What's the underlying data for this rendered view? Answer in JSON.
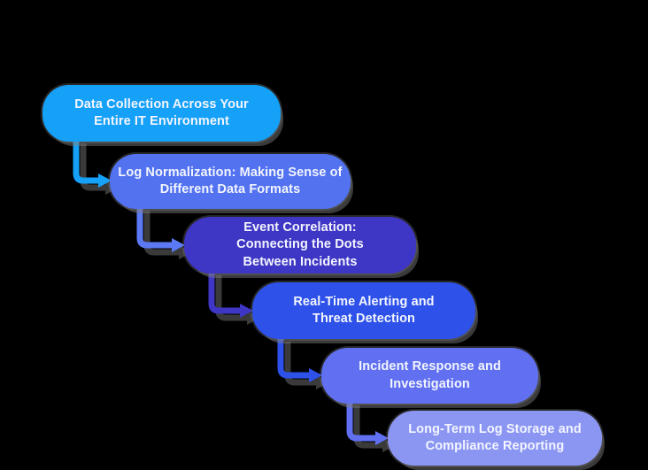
{
  "diagram": {
    "background_color": "#000000",
    "text_color": "#F3F5FF",
    "steps": [
      {
        "id": "data-collection",
        "lines": [
          "Data Collection Across Your",
          "Entire IT Environment"
        ],
        "color": "#16A1F8"
      },
      {
        "id": "log-normalization",
        "lines": [
          "Log Normalization: Making Sense of",
          "Different Data Formats"
        ],
        "color": "#5272F0"
      },
      {
        "id": "event-correlation",
        "lines": [
          "Event Correlation:",
          "Connecting the Dots",
          "Between Incidents"
        ],
        "color": "#3E36C4"
      },
      {
        "id": "real-time-alerting",
        "lines": [
          "Real-Time Alerting and",
          "Threat Detection"
        ],
        "color": "#2E52E9"
      },
      {
        "id": "incident-response",
        "lines": [
          "Incident Response and",
          "Investigation"
        ],
        "color": "#6070F0"
      },
      {
        "id": "long-term-storage",
        "lines": [
          "Long-Term Log Storage and",
          "Compliance Reporting"
        ],
        "color": "#8B96F3"
      }
    ],
    "connectors": [
      {
        "from": "data-collection",
        "to": "log-normalization",
        "color": "#16A1F8"
      },
      {
        "from": "log-normalization",
        "to": "event-correlation",
        "color": "#5B79F3"
      },
      {
        "from": "event-correlation",
        "to": "real-time-alerting",
        "color": "#3E36C4"
      },
      {
        "from": "real-time-alerting",
        "to": "incident-response",
        "color": "#2E52E9"
      },
      {
        "from": "incident-response",
        "to": "long-term-storage",
        "color": "#6070F0"
      }
    ]
  }
}
